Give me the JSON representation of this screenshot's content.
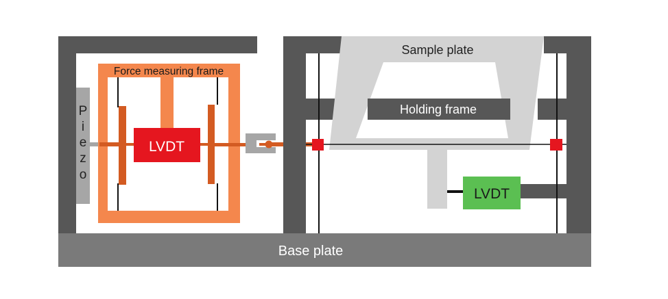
{
  "labels": {
    "sample_plate": "Sample plate",
    "force_measuring_frame": "Force measuring frame",
    "holding_frame": "Holding frame",
    "piezo": [
      "P",
      "i",
      "e",
      "z",
      "o"
    ],
    "lvdt_red": "LVDT",
    "lvdt_green": "LVDT",
    "base_plate": "Base plate"
  },
  "colors": {
    "dark_frame": "#575757",
    "light_gray": "#d3d3d3",
    "piezo_gray": "#a6a6a6",
    "orange": "#f4874d",
    "dark_orange": "#d35b22",
    "red": "#e5161f",
    "green": "#5bbf52",
    "base_plate": "#7a7a7a"
  }
}
